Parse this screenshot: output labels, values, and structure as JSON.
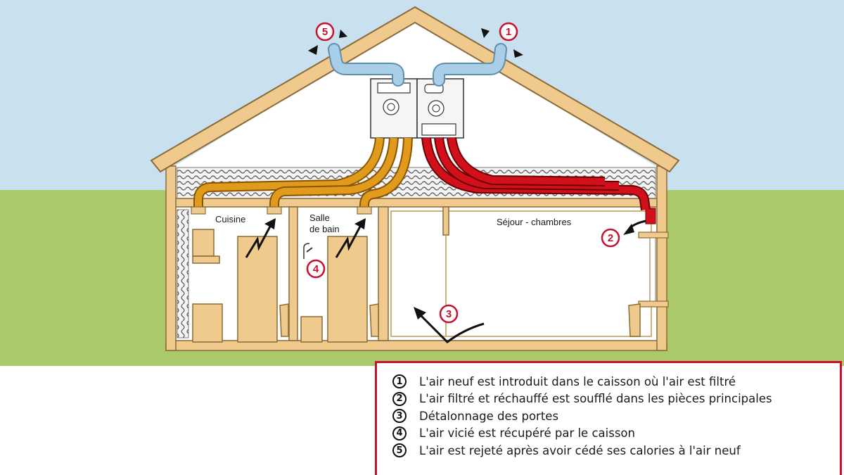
{
  "colors": {
    "sky": "#c9e1ee",
    "grass": "#a9c96a",
    "wood": "#f0c98c",
    "wood_dark": "#8a6a3a",
    "stale_duct": "#e09a1c",
    "fresh_duct": "#d1101c",
    "intake_duct": "#a9cfe8",
    "accent_red": "#c8102e"
  },
  "rooms": {
    "kitchen": "Cuisine",
    "bathroom_line1": "Salle",
    "bathroom_line2": "de bain",
    "living": "Séjour - chambres"
  },
  "markers": [
    "1",
    "2",
    "3",
    "4",
    "5"
  ],
  "legend": [
    {
      "num": "1",
      "text": "L'air neuf est introduit dans le caisson où l'air est filtré"
    },
    {
      "num": "2",
      "text": "L'air filtré et réchauffé est soufflé dans les pièces principales"
    },
    {
      "num": "3",
      "text": "Détalonnage des portes"
    },
    {
      "num": "4",
      "text": "L'air vicié est récupéré par le caisson"
    },
    {
      "num": "5",
      "text": "L'air est rejeté après avoir cédé ses calories à l'air neuf"
    }
  ]
}
